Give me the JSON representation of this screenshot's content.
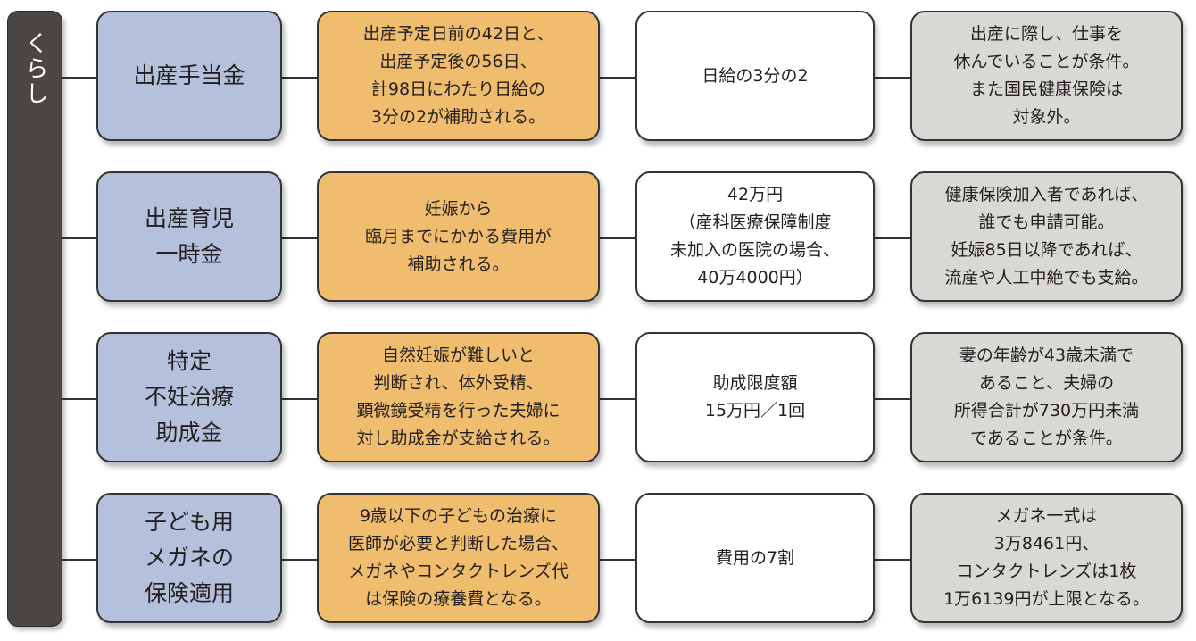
{
  "category": "くらし",
  "colors": {
    "name": "#b5c1dc",
    "description": "#f0bc6d",
    "amount": "#ffffff",
    "condition": "#d9d8d5",
    "category": "#4b4745"
  },
  "rows": [
    {
      "name": "出産手当金",
      "description": "出産予定日前の42日と、\n出産予定後の56日、\n計98日にわたり日給の\n3分の2が補助される。",
      "amount": "日給の3分の2",
      "condition": "出産に際し、仕事を\n休んでいることが条件。\nまた国民健康保険は\n対象外。"
    },
    {
      "name": "出産育児\n一時金",
      "description": "妊娠から\n臨月までにかかる費用が\n補助される。",
      "amount": "42万円\n（産科医療保障制度\n未加入の医院の場合、\n40万4000円）",
      "condition": "健康保険加入者であれば、\n誰でも申請可能。\n妊娠85日以降であれば、\n流産や人工中絶でも支給。"
    },
    {
      "name": "特定\n不妊治療\n助成金",
      "description": "自然妊娠が難しいと\n判断され、体外受精、\n顕微鏡受精を行った夫婦に\n対し助成金が支給される。",
      "amount": "助成限度額\n15万円／1回",
      "condition": "妻の年齢が43歳未満で\nあること、夫婦の\n所得合計が730万円未満\nであることが条件。"
    },
    {
      "name": "子ども用\nメガネの\n保険適用",
      "description": "9歳以下の子どもの治療に\n医師が必要と判断した場合、\nメガネやコンタクトレンズ代\nは保険の療養費となる。",
      "amount": "費用の7割",
      "condition": "メガネ一式は\n3万8461円、\nコンタクトレンズは1枚\n1万6139円が上限となる。"
    }
  ]
}
